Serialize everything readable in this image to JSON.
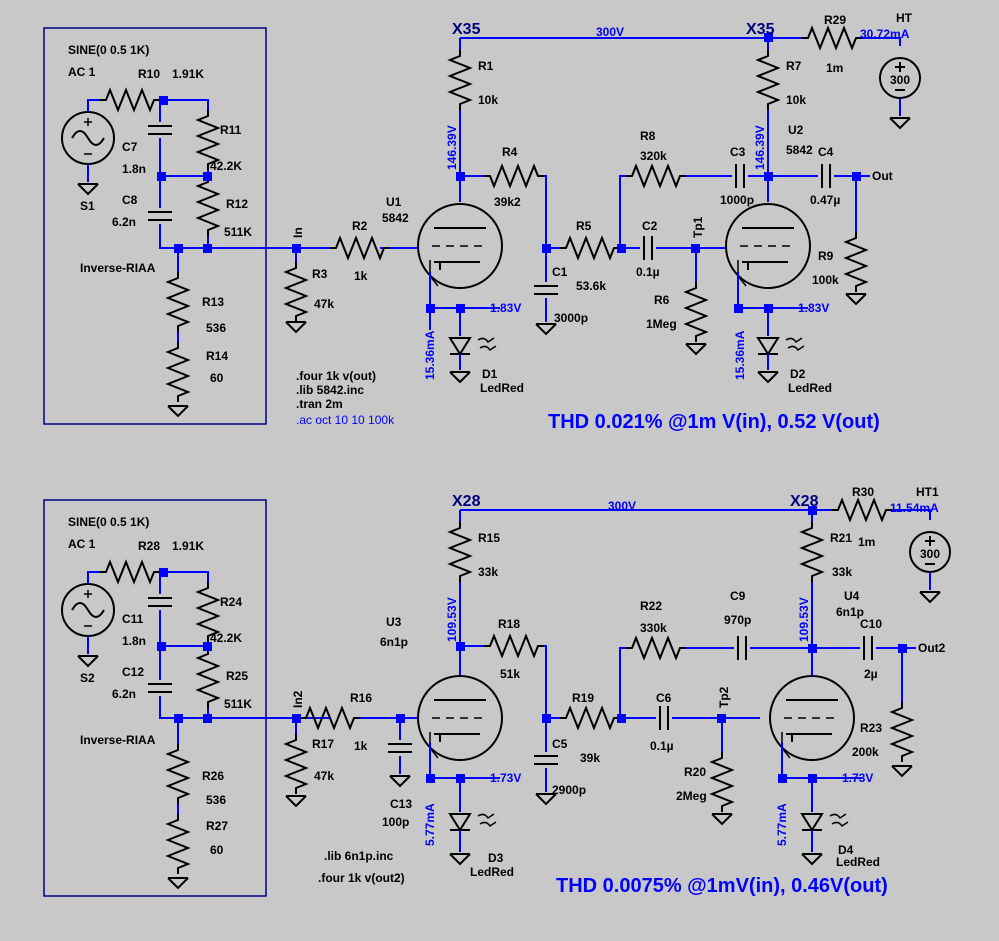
{
  "top": {
    "source_text": "SINE(0 0.5 1K)",
    "ac_text": "AC 1",
    "source_name": "S1",
    "riaa_label": "Inverse-RIAA",
    "R10": {
      "name": "R10",
      "value": "1.91K"
    },
    "C7": {
      "name": "C7",
      "value": "1.8n"
    },
    "R11": {
      "name": "R11",
      "value": "42.2K"
    },
    "C8": {
      "name": "C8",
      "value": "6.2n"
    },
    "R12": {
      "name": "R12",
      "value": "511K"
    },
    "R13": {
      "name": "R13",
      "value": "536"
    },
    "R14": {
      "name": "R14",
      "value": "60"
    },
    "in_net": "In",
    "R2": {
      "name": "R2",
      "value": "1k"
    },
    "R3": {
      "name": "R3",
      "value": "47k"
    },
    "U1": {
      "name": "U1",
      "value": "5842"
    },
    "R1": {
      "name": "R1",
      "value": "10k"
    },
    "R4": {
      "name": "R4",
      "value": "39k2"
    },
    "C1": {
      "name": "C1",
      "value": "3000p"
    },
    "R5": {
      "name": "R5",
      "value": "53.6k"
    },
    "R8": {
      "name": "R8",
      "value": "320k"
    },
    "C2": {
      "name": "C2",
      "value": "0.1µ"
    },
    "tp_net": "Tp1",
    "R6": {
      "name": "R6",
      "value": "1Meg"
    },
    "C3": {
      "name": "C3",
      "value": "1000p"
    },
    "U2": {
      "name": "U2",
      "value": "5842"
    },
    "R7": {
      "name": "R7",
      "value": "10k"
    },
    "C4": {
      "name": "C4",
      "value": "0.47µ"
    },
    "out_net": "Out",
    "R9": {
      "name": "R9",
      "value": "100k"
    },
    "R29": {
      "name": "R29",
      "value": "1m"
    },
    "HT": {
      "name": "HT",
      "value": "300"
    },
    "ht_current": "30.72mA",
    "x_left": "X35",
    "x_right": "X35",
    "rail": "300V",
    "plate_v1": "146.39V",
    "plate_v2": "146.39V",
    "cath_v1": "1.83V",
    "cath_v2": "1.83V",
    "cath_i1": "15.36mA",
    "cath_i2": "15.36mA",
    "D1": {
      "name": "D1",
      "value": "LedRed"
    },
    "D2": {
      "name": "D2",
      "value": "LedRed"
    },
    "directives": [
      ".four 1k v(out)",
      ".lib 5842.inc",
      ".tran 2m"
    ],
    "ac_directive": ".ac oct 10 10 100k",
    "thd": "THD 0.021% @1m V(in), 0.52 V(out)"
  },
  "bottom": {
    "source_text": "SINE(0 0.5 1K)",
    "ac_text": "AC 1",
    "source_name": "S2",
    "riaa_label": "Inverse-RIAA",
    "R28": {
      "name": "R28",
      "value": "1.91K"
    },
    "C11": {
      "name": "C11",
      "value": "1.8n"
    },
    "R24": {
      "name": "R24",
      "value": "42.2K"
    },
    "C12": {
      "name": "C12",
      "value": "6.2n"
    },
    "R25": {
      "name": "R25",
      "value": "511K"
    },
    "R26": {
      "name": "R26",
      "value": "536"
    },
    "R27": {
      "name": "R27",
      "value": "60"
    },
    "in_net": "In2",
    "R16": {
      "name": "R16",
      "value": "1k"
    },
    "R17": {
      "name": "R17",
      "value": "47k"
    },
    "C13": {
      "name": "C13",
      "value": "100p"
    },
    "U3": {
      "name": "U3",
      "value": "6n1p"
    },
    "R15": {
      "name": "R15",
      "value": "33k"
    },
    "R18": {
      "name": "R18",
      "value": "51k"
    },
    "C5": {
      "name": "C5",
      "value": "2900p"
    },
    "R19": {
      "name": "R19",
      "value": "39k"
    },
    "R22": {
      "name": "R22",
      "value": "330k"
    },
    "C6": {
      "name": "C6",
      "value": "0.1µ"
    },
    "tp_net": "Tp2",
    "R20": {
      "name": "R20",
      "value": "2Meg"
    },
    "C9": {
      "name": "C9",
      "value": "970p"
    },
    "U4": {
      "name": "U4",
      "value": "6n1p"
    },
    "R21": {
      "name": "R21",
      "value": "33k"
    },
    "C10": {
      "name": "C10",
      "value": "2µ"
    },
    "out_net": "Out2",
    "R23": {
      "name": "R23",
      "value": "200k"
    },
    "R30": {
      "name": "R30",
      "value": "1m"
    },
    "HT1": {
      "name": "HT1",
      "value": "300"
    },
    "ht_current": "11.54mA",
    "x_left": "X28",
    "x_right": "X28",
    "rail": "300V",
    "plate_v1": "109.53V",
    "plate_v2": "109.53V",
    "cath_v1": "1.73V",
    "cath_v2": "1.73V",
    "cath_i1": "5.77mA",
    "cath_i2": "5.77mA",
    "D3": {
      "name": "D3",
      "value": "LedRed"
    },
    "D4": {
      "name": "D4",
      "value": "LedRed"
    },
    "directives": [
      ".lib 6n1p.inc",
      ".four 1k v(out2)"
    ],
    "thd": "THD 0.0075% @1mV(in), 0.46V(out)"
  },
  "colors": {
    "background": "#c8c8c8",
    "wire": "#0000ff",
    "component": "#000000",
    "netlabel": "#000080"
  }
}
